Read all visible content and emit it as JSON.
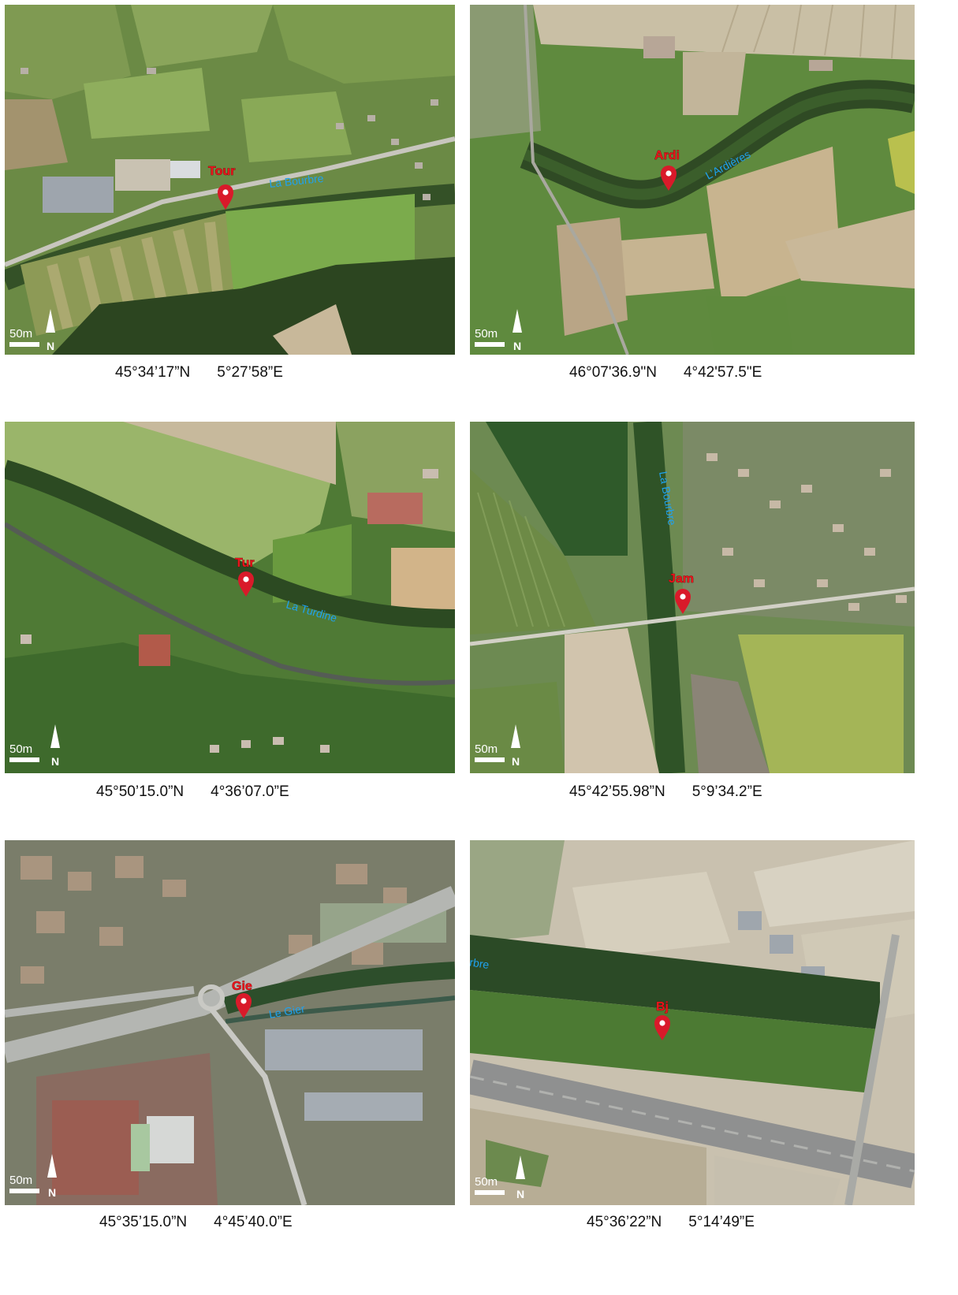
{
  "panels": [
    {
      "id": "tour",
      "site_label": "Tour",
      "river_label": "La Bourbre",
      "scale_label": "50m",
      "north_label": "N",
      "latitude": "45°34’17”N",
      "longitude": "5°27’58”E"
    },
    {
      "id": "ardi",
      "site_label": "Ardi",
      "river_label": "L’Ardières",
      "scale_label": "50m",
      "north_label": "N",
      "latitude": "46°07'36.9\"N",
      "longitude": "4°42'57.5\"E"
    },
    {
      "id": "tur",
      "site_label": "Tur",
      "river_label": "La Turdine",
      "scale_label": "50m",
      "north_label": "N",
      "latitude": "45°50’15.0”N",
      "longitude": "4°36’07.0”E"
    },
    {
      "id": "jam",
      "site_label": "Jam",
      "river_label": "La Bourbre",
      "scale_label": "50m",
      "north_label": "N",
      "latitude": "45°42’55.98”N",
      "longitude": "5°9’34.2”E"
    },
    {
      "id": "gie",
      "site_label": "Gie",
      "river_label": "Le Gier",
      "scale_label": "50m",
      "north_label": "N",
      "latitude": "45°35’15.0”N",
      "longitude": "4°45’40.0”E"
    },
    {
      "id": "bj",
      "site_label": "Bj",
      "river_label": "La Bourbre",
      "scale_label": "50m",
      "north_label": "N",
      "latitude": "45°36’22”N",
      "longitude": "5°14’49”E"
    }
  ],
  "colors": {
    "pin": "#d91a2a",
    "pin_label": "#e8151c",
    "river_label": "#1fa2ef"
  }
}
